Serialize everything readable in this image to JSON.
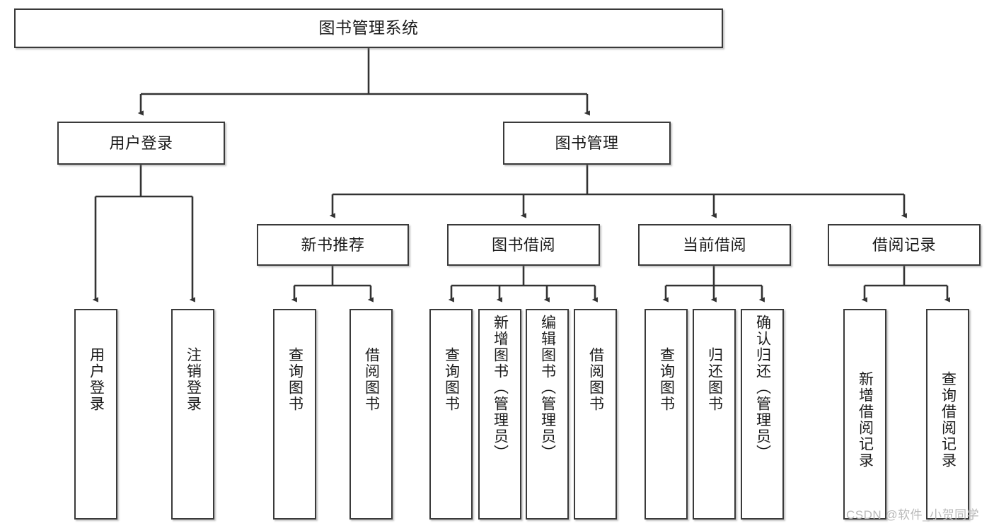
{
  "diagram": {
    "title": "图书管理系统",
    "type": "tree",
    "watermark": "CSDN @软件_小贺同学",
    "colors": {
      "box_border": "#3a3a3a",
      "box_fill": "#ffffff",
      "connector": "#333333",
      "text": "#1b1b1b",
      "watermark": "#b9b9b9",
      "background": "#ffffff"
    },
    "root": {
      "label": "图书管理系统"
    },
    "level2": [
      {
        "label": "用户登录"
      },
      {
        "label": "图书管理"
      }
    ],
    "level3": [
      {
        "label": "新书推荐"
      },
      {
        "label": "图书借阅"
      },
      {
        "label": "当前借阅"
      },
      {
        "label": "借阅记录"
      }
    ],
    "leaves": {
      "user_login": [
        {
          "label": "用户登录"
        },
        {
          "label": "注销登录"
        }
      ],
      "new_book_recommend": [
        {
          "label": "查询图书"
        },
        {
          "label": "借阅图书"
        }
      ],
      "book_borrow": [
        {
          "label": "查询图书"
        },
        {
          "label": "新增图书（管理员）"
        },
        {
          "label": "编辑图书（管理员）"
        },
        {
          "label": "借阅图书"
        }
      ],
      "current_borrow": [
        {
          "label": "查询图书"
        },
        {
          "label": "归还图书"
        },
        {
          "label": "确认归还（管理员）"
        }
      ],
      "borrow_record": [
        {
          "label": "新增借阅记录"
        },
        {
          "label": "查询借阅记录"
        }
      ]
    }
  }
}
